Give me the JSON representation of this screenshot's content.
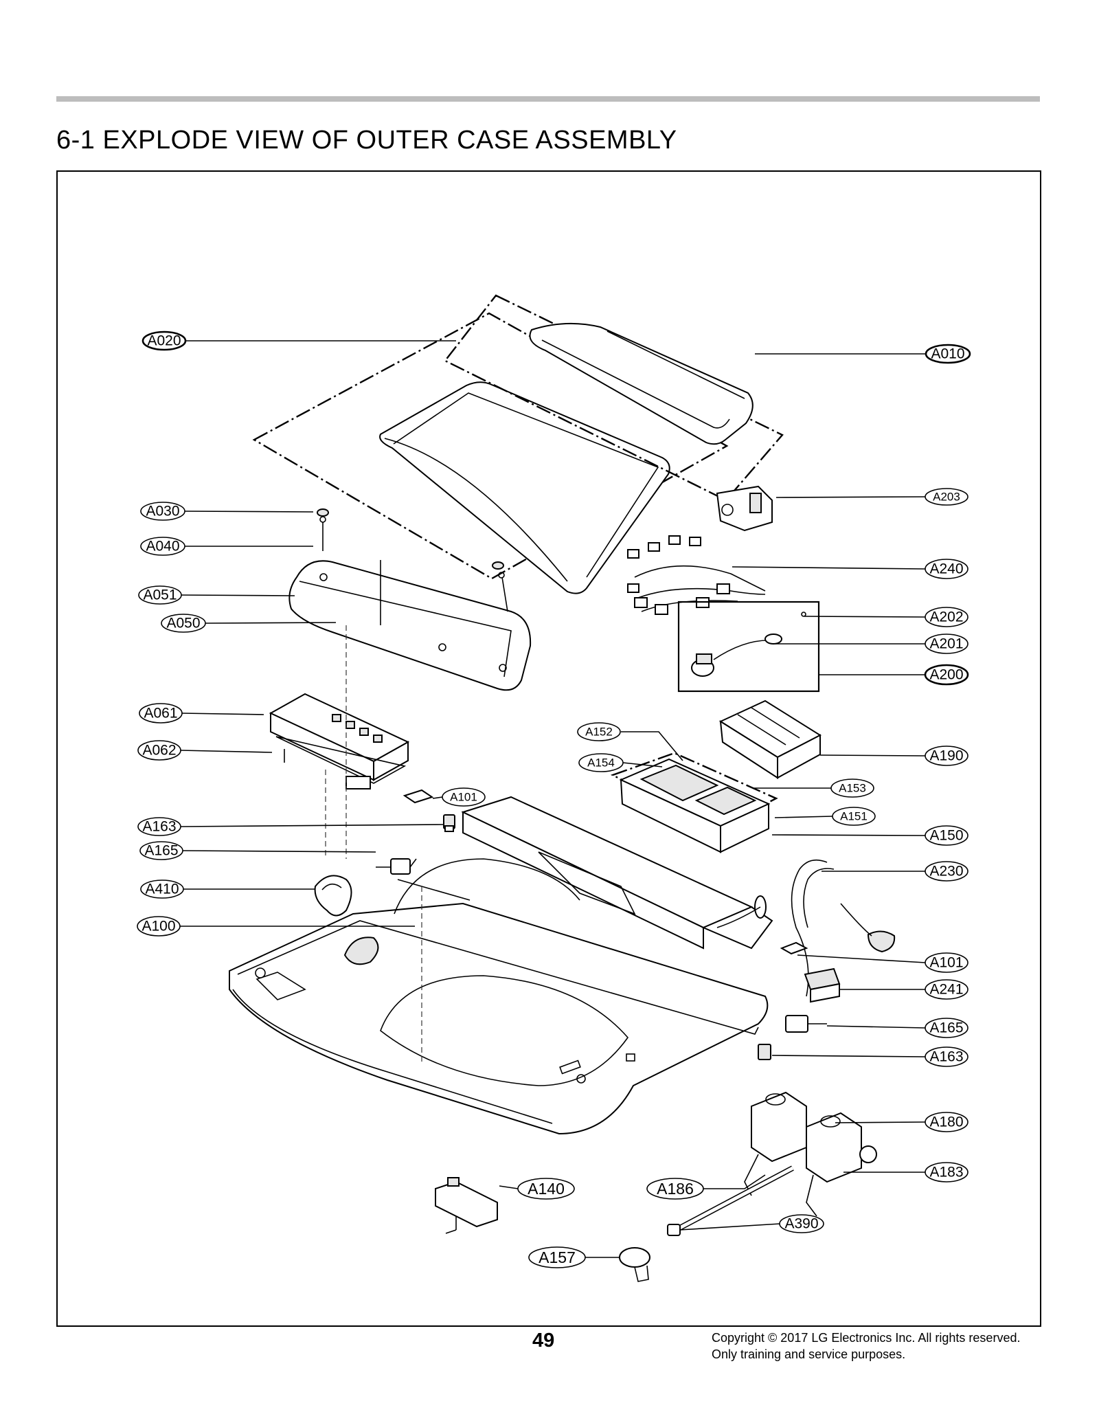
{
  "page": {
    "title": "6-1 EXPLODE VIEW OF OUTER CASE ASSEMBLY",
    "page_number": "49",
    "copyright_line1": "Copyright © 2017 LG Electronics  Inc. All rights reserved.",
    "copyright_line2": "Only training and service  purposes."
  },
  "callouts": {
    "A020": "A020",
    "A010": "A010",
    "A203": "A203",
    "A030": "A030",
    "A040": "A040",
    "A240": "A240",
    "A051": "A051",
    "A202": "A202",
    "A050": "A050",
    "A201": "A201",
    "A200": "A200",
    "A061": "A061",
    "A152": "A152",
    "A190": "A190",
    "A062": "A062",
    "A154": "A154",
    "A153": "A153",
    "A101_top": "A101",
    "A151": "A151",
    "A163_left": "A163",
    "A150": "A150",
    "A165_left": "A165",
    "A230": "A230",
    "A410": "A410",
    "A100": "A100",
    "A101_right": "A101",
    "A241": "A241",
    "A165_right": "A165",
    "A163_right": "A163",
    "A180": "A180",
    "A183": "A183",
    "A140": "A140",
    "A186": "A186",
    "A390": "A390",
    "A157": "A157"
  }
}
